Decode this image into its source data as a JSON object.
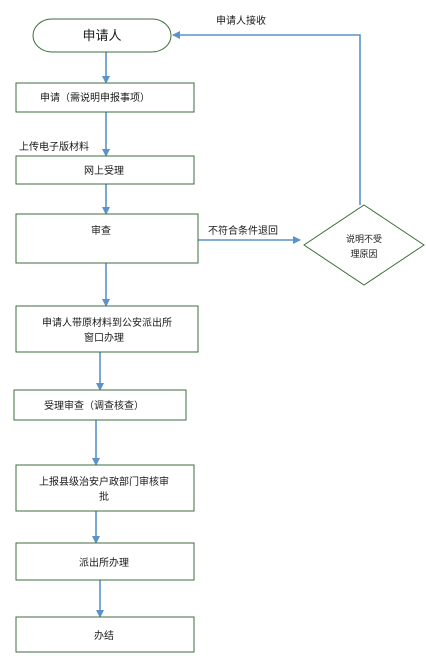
{
  "nodes": {
    "applicant": "申请人",
    "apply": "申请（需说明申报事项）",
    "online_accept": "网上受理",
    "review": "审查",
    "reject_reason_line1": "说明不受",
    "reject_reason_line2": "理原因",
    "bring_materials_line1": "申请人带原材料到公安派出所",
    "bring_materials_line2": "窗口办理",
    "accept_review": "受理审查（调查核查）",
    "report_line1": "上报县级治安户政部门审核审",
    "report_line2": "批",
    "station_process": "派出所办理",
    "done": "办结"
  },
  "edges": {
    "upload_label": "上传电子版材料",
    "reject_label": "不符合条件退回",
    "receive_label": "申请人接收"
  },
  "colors": {
    "node_border": "#3c6e3c",
    "arrow": "#5b93c9",
    "text": "#1a1a1a"
  }
}
